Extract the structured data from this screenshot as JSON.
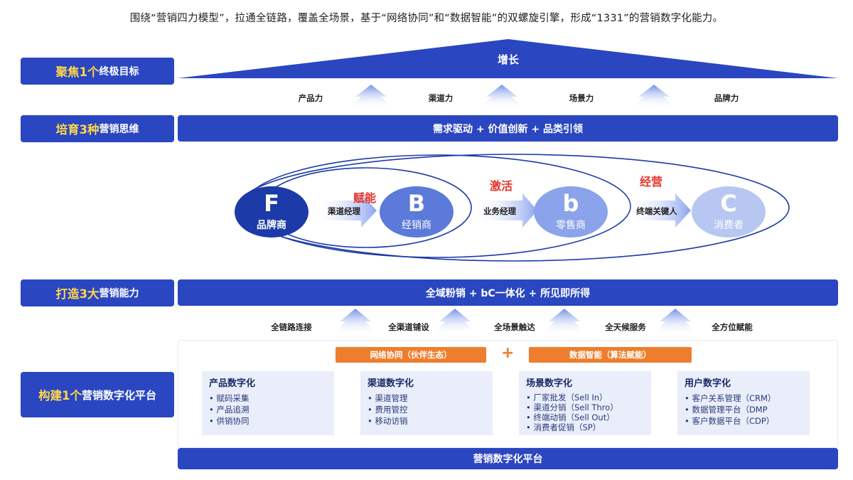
{
  "intro": "围绕“营销四力模型”，拉通全链路，覆盖全场景，基于“网络协同”和“数据智能”的双螺旋引擎，形成“1331”的营销数字化能力。",
  "colors": {
    "primary": "#2a46c0",
    "highlight": "#ffd64a",
    "accent_red": "#e2342c",
    "orange": "#ee7e2d",
    "card_bg": "#e9eefa"
  },
  "row1": {
    "label_hl": "聚焦1个",
    "label_rest": "终极目标",
    "triangle_text": "增长",
    "forces": [
      "产品力",
      "渠道力",
      "场景力",
      "品牌力"
    ]
  },
  "row2": {
    "label_hl": "培育3种",
    "label_rest": "营销思维",
    "bar_text": "需求驱动 + 价值创新 + 品类引领"
  },
  "diagram": {
    "nodes": [
      {
        "letter": "F",
        "name": "品牌商"
      },
      {
        "letter": "B",
        "name": "经销商"
      },
      {
        "letter": "b",
        "name": "零售商"
      },
      {
        "letter": "C",
        "name": "消费者"
      }
    ],
    "links": [
      "渠道经理",
      "业务经理",
      "终端关键人"
    ],
    "actions": [
      "赋能",
      "激活",
      "经营"
    ]
  },
  "row3": {
    "label_hl": "打造3大",
    "label_rest": "营销能力",
    "bar_text": "全域粉销 + bC一体化 + 所见即所得",
    "capabilities": [
      "全链路连接",
      "全渠道铺设",
      "全场景触达",
      "全天候服务",
      "全方位赋能"
    ]
  },
  "row4": {
    "label_hl": "构建1个",
    "label_rest": "营销数字化平台",
    "engine_left": "网络协同（伙伴生态）",
    "engine_plus": "+",
    "engine_right": "数据智能（算法赋能）",
    "cards": [
      {
        "title": "产品数字化",
        "items": [
          "赋码采集",
          "产品追溯",
          "供销协同"
        ]
      },
      {
        "title": "渠道数字化",
        "items": [
          "渠道管理",
          "费用管控",
          "移动访销"
        ]
      },
      {
        "title": "场景数字化",
        "items": [
          "厂家批发（Sell In）",
          "渠道分销（Sell Thro）",
          "终端动销（Sell Out）",
          "消费者促销（SP）"
        ]
      },
      {
        "title": "用户数字化",
        "items": [
          "客户关系管理（CRM）",
          "数据管理平台（DMP",
          "客户数据平台（CDP）"
        ]
      }
    ],
    "bar_text": "营销数字化平台"
  }
}
